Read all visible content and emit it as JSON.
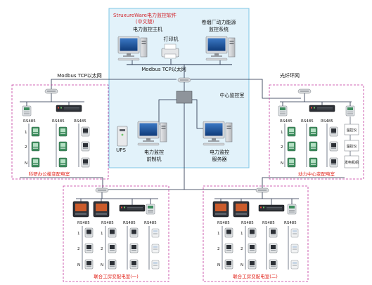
{
  "center": {
    "title_line1": "StruxureWare电力监控软件",
    "title_line2": "(中文版)",
    "host_label": "电力监控主机",
    "printer_label": "打印机",
    "energy_line1": "卷烟厂动力能源",
    "energy_line2": "监控系统",
    "network_label": "Modbus TCP以太网",
    "room_label": "中心监控室",
    "ups_label": "UPS",
    "frontend_line1": "电力监控",
    "frontend_line2": "前制机",
    "server_line1": "电力监控",
    "server_line2": "服务器"
  },
  "links": {
    "left": "Modbus TCP以太网",
    "right": "光纤环网"
  },
  "stations": {
    "top_left": "科研办公楼变配电室",
    "top_right": "动力中心变配电室",
    "bottom_left": "联合工房变配电室(一)",
    "bottom_right": "联合工房变配电室(二)"
  },
  "bus": {
    "protocol": "RS485",
    "n1": "1",
    "n2": "2",
    "nN": "N"
  },
  "power_room_devices": [
    "温控仪",
    "温控仪",
    "发电机组"
  ],
  "colors": {
    "center_fill": "#e2f2fa",
    "center_border": "#7fc7e6",
    "station_border": "#c1359c",
    "station_label": "#e2231a",
    "title_red": "#d2232a",
    "line": "#1f2a44",
    "device_green": "#4f9a6b",
    "device_grey": "#b9bcc0"
  }
}
